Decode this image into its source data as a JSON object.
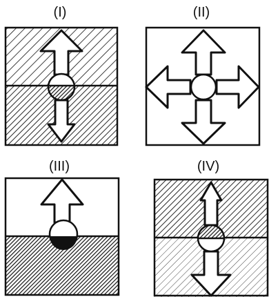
{
  "panels": [
    {
      "label": "(I)"
    },
    {
      "label": "(II)"
    },
    {
      "label": "(III)"
    },
    {
      "label": "(IV)"
    }
  ],
  "colors": {
    "ink": "#111111",
    "background": "#ffffff"
  }
}
